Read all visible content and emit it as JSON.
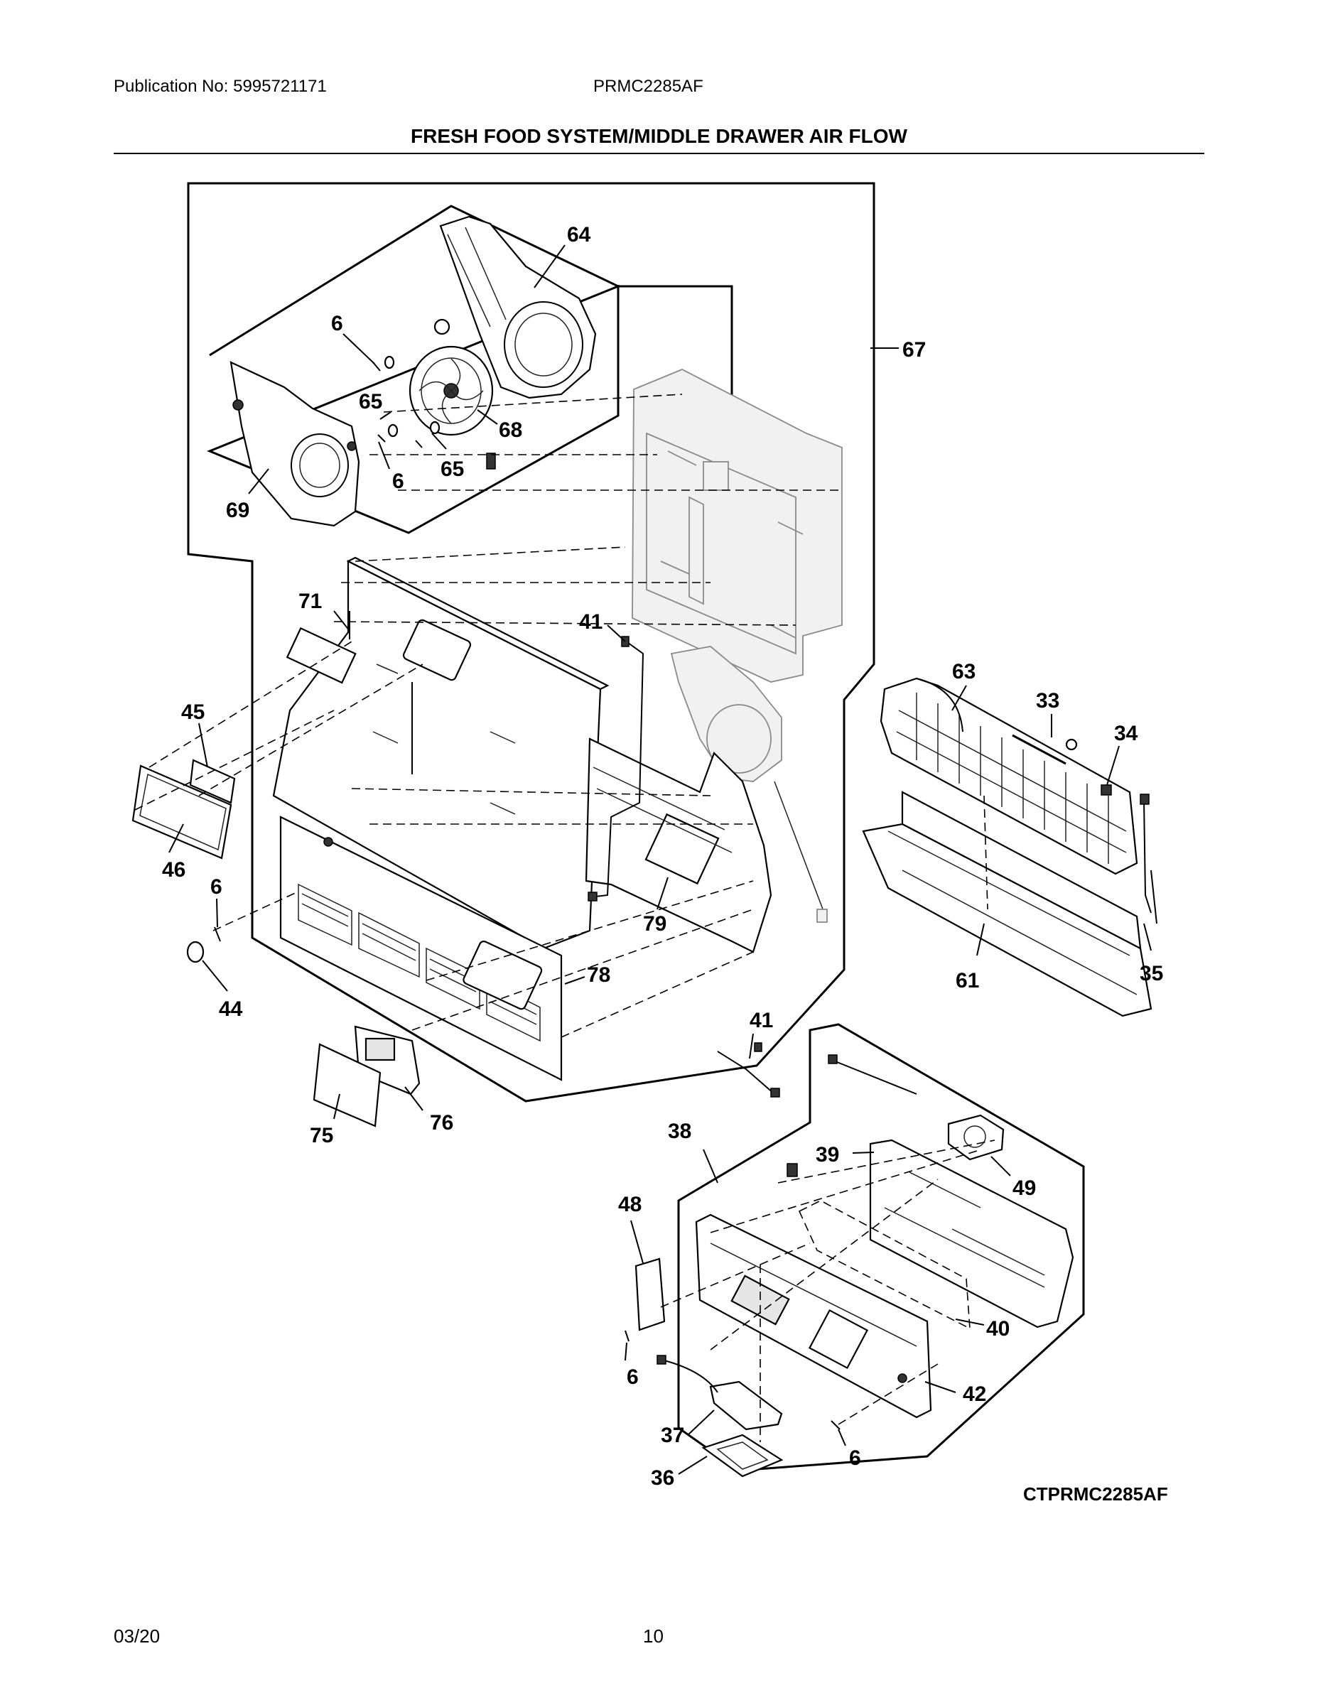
{
  "header": {
    "publication": "Publication No: 5995721171",
    "model": "PRMC2285AF",
    "title": "FRESH FOOD SYSTEM/MIDDLE DRAWER AIR FLOW"
  },
  "footer": {
    "date": "03/20",
    "page": "10"
  },
  "diagram_code": "CTPRMC2285AF",
  "callouts": {
    "c64": "64",
    "c6a": "6",
    "c65a": "65",
    "c68": "68",
    "c6b": "6",
    "c65b": "65",
    "c69": "69",
    "c67": "67",
    "c71": "71",
    "c41a": "41",
    "c45": "45",
    "c46": "46",
    "c6c": "6",
    "c44": "44",
    "c79": "79",
    "c78": "78",
    "c75": "75",
    "c76": "76",
    "c63": "63",
    "c33": "33",
    "c34": "34",
    "c61": "61",
    "c35": "35",
    "c41b": "41",
    "c38": "38",
    "c39": "39",
    "c49": "49",
    "c48": "48",
    "c40": "40",
    "c6d": "6",
    "c42": "42",
    "c37": "37",
    "c6e": "6",
    "c36": "36"
  }
}
